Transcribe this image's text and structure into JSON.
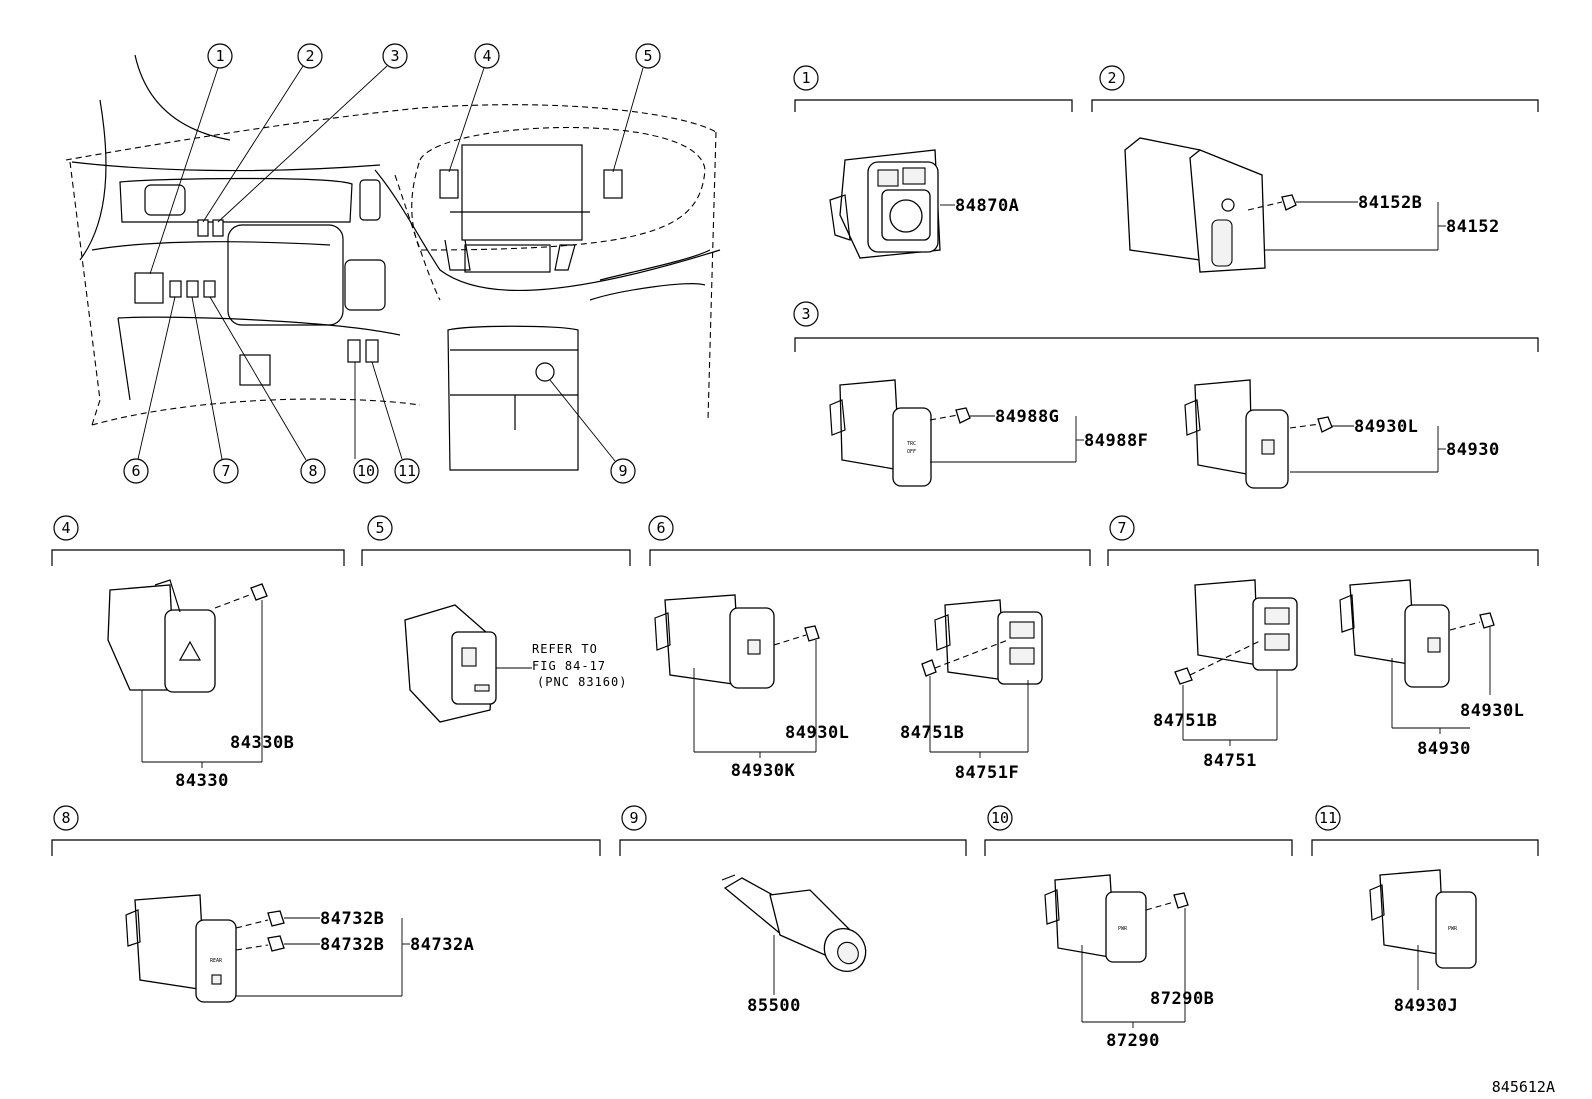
{
  "diagram_id": "845612A",
  "callouts": [
    "1",
    "2",
    "3",
    "4",
    "5",
    "6",
    "7",
    "8",
    "9",
    "10",
    "11"
  ],
  "sections": {
    "s1": {
      "num": "1",
      "parts": [
        "84870A"
      ]
    },
    "s2": {
      "num": "2",
      "parts": [
        "84152B",
        "84152"
      ]
    },
    "s3": {
      "num": "3",
      "parts": [
        "84988G",
        "84988F",
        "84930L",
        "84930"
      ]
    },
    "s4": {
      "num": "4",
      "parts": [
        "84330B",
        "84330"
      ]
    },
    "s5": {
      "num": "5",
      "refer": [
        "REFER TO",
        "FIG 84-17",
        "(PNC 83160)"
      ]
    },
    "s6": {
      "num": "6",
      "parts": [
        "84930L",
        "84930K",
        "84751B",
        "84751F"
      ]
    },
    "s7": {
      "num": "7",
      "parts": [
        "84751B",
        "84751",
        "84930L",
        "84930"
      ]
    },
    "s8": {
      "num": "8",
      "parts": [
        "84732B",
        "84732B",
        "84732A"
      ]
    },
    "s9": {
      "num": "9",
      "parts": [
        "85500"
      ]
    },
    "s10": {
      "num": "10",
      "parts": [
        "87290B",
        "87290"
      ]
    },
    "s11": {
      "num": "11",
      "parts": [
        "84930J"
      ]
    }
  }
}
